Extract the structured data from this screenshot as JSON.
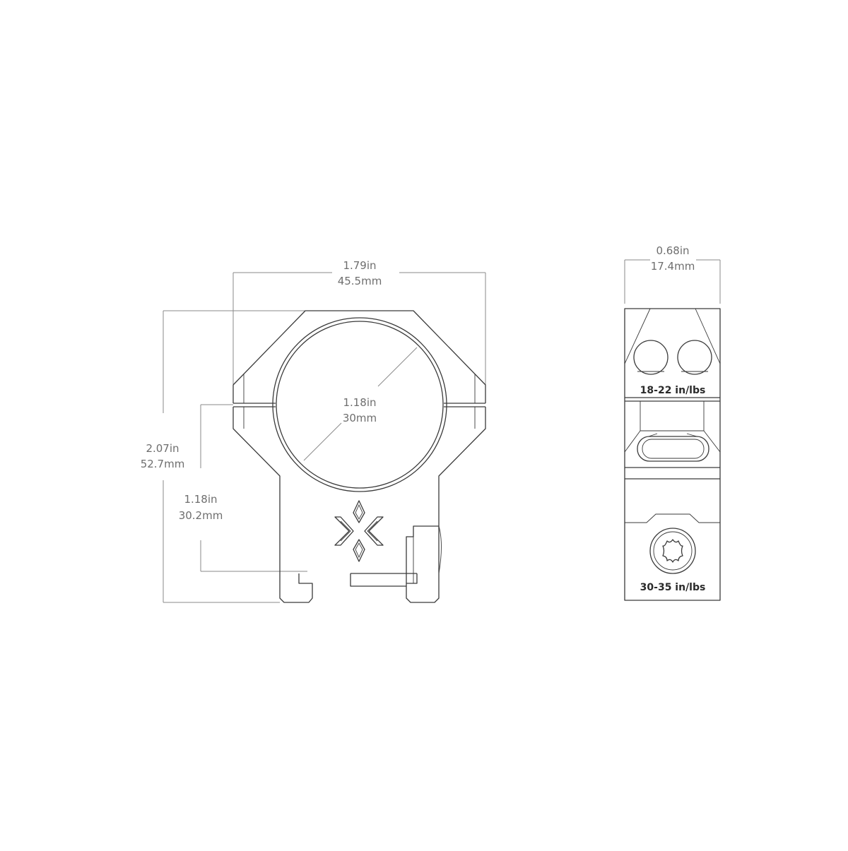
{
  "front_view": {
    "width_in": "1.79in",
    "width_mm": "45.5mm",
    "height_in": "2.07in",
    "height_mm": "52.7mm",
    "tube_in": "1.18in",
    "tube_mm": "30mm",
    "center_in": "1.18in",
    "center_mm": "30.2mm"
  },
  "side_view": {
    "width_in": "0.68in",
    "width_mm": "17.4mm",
    "cap_torque": "18-22 in/lbs",
    "base_torque": "30-35 in/lbs"
  }
}
